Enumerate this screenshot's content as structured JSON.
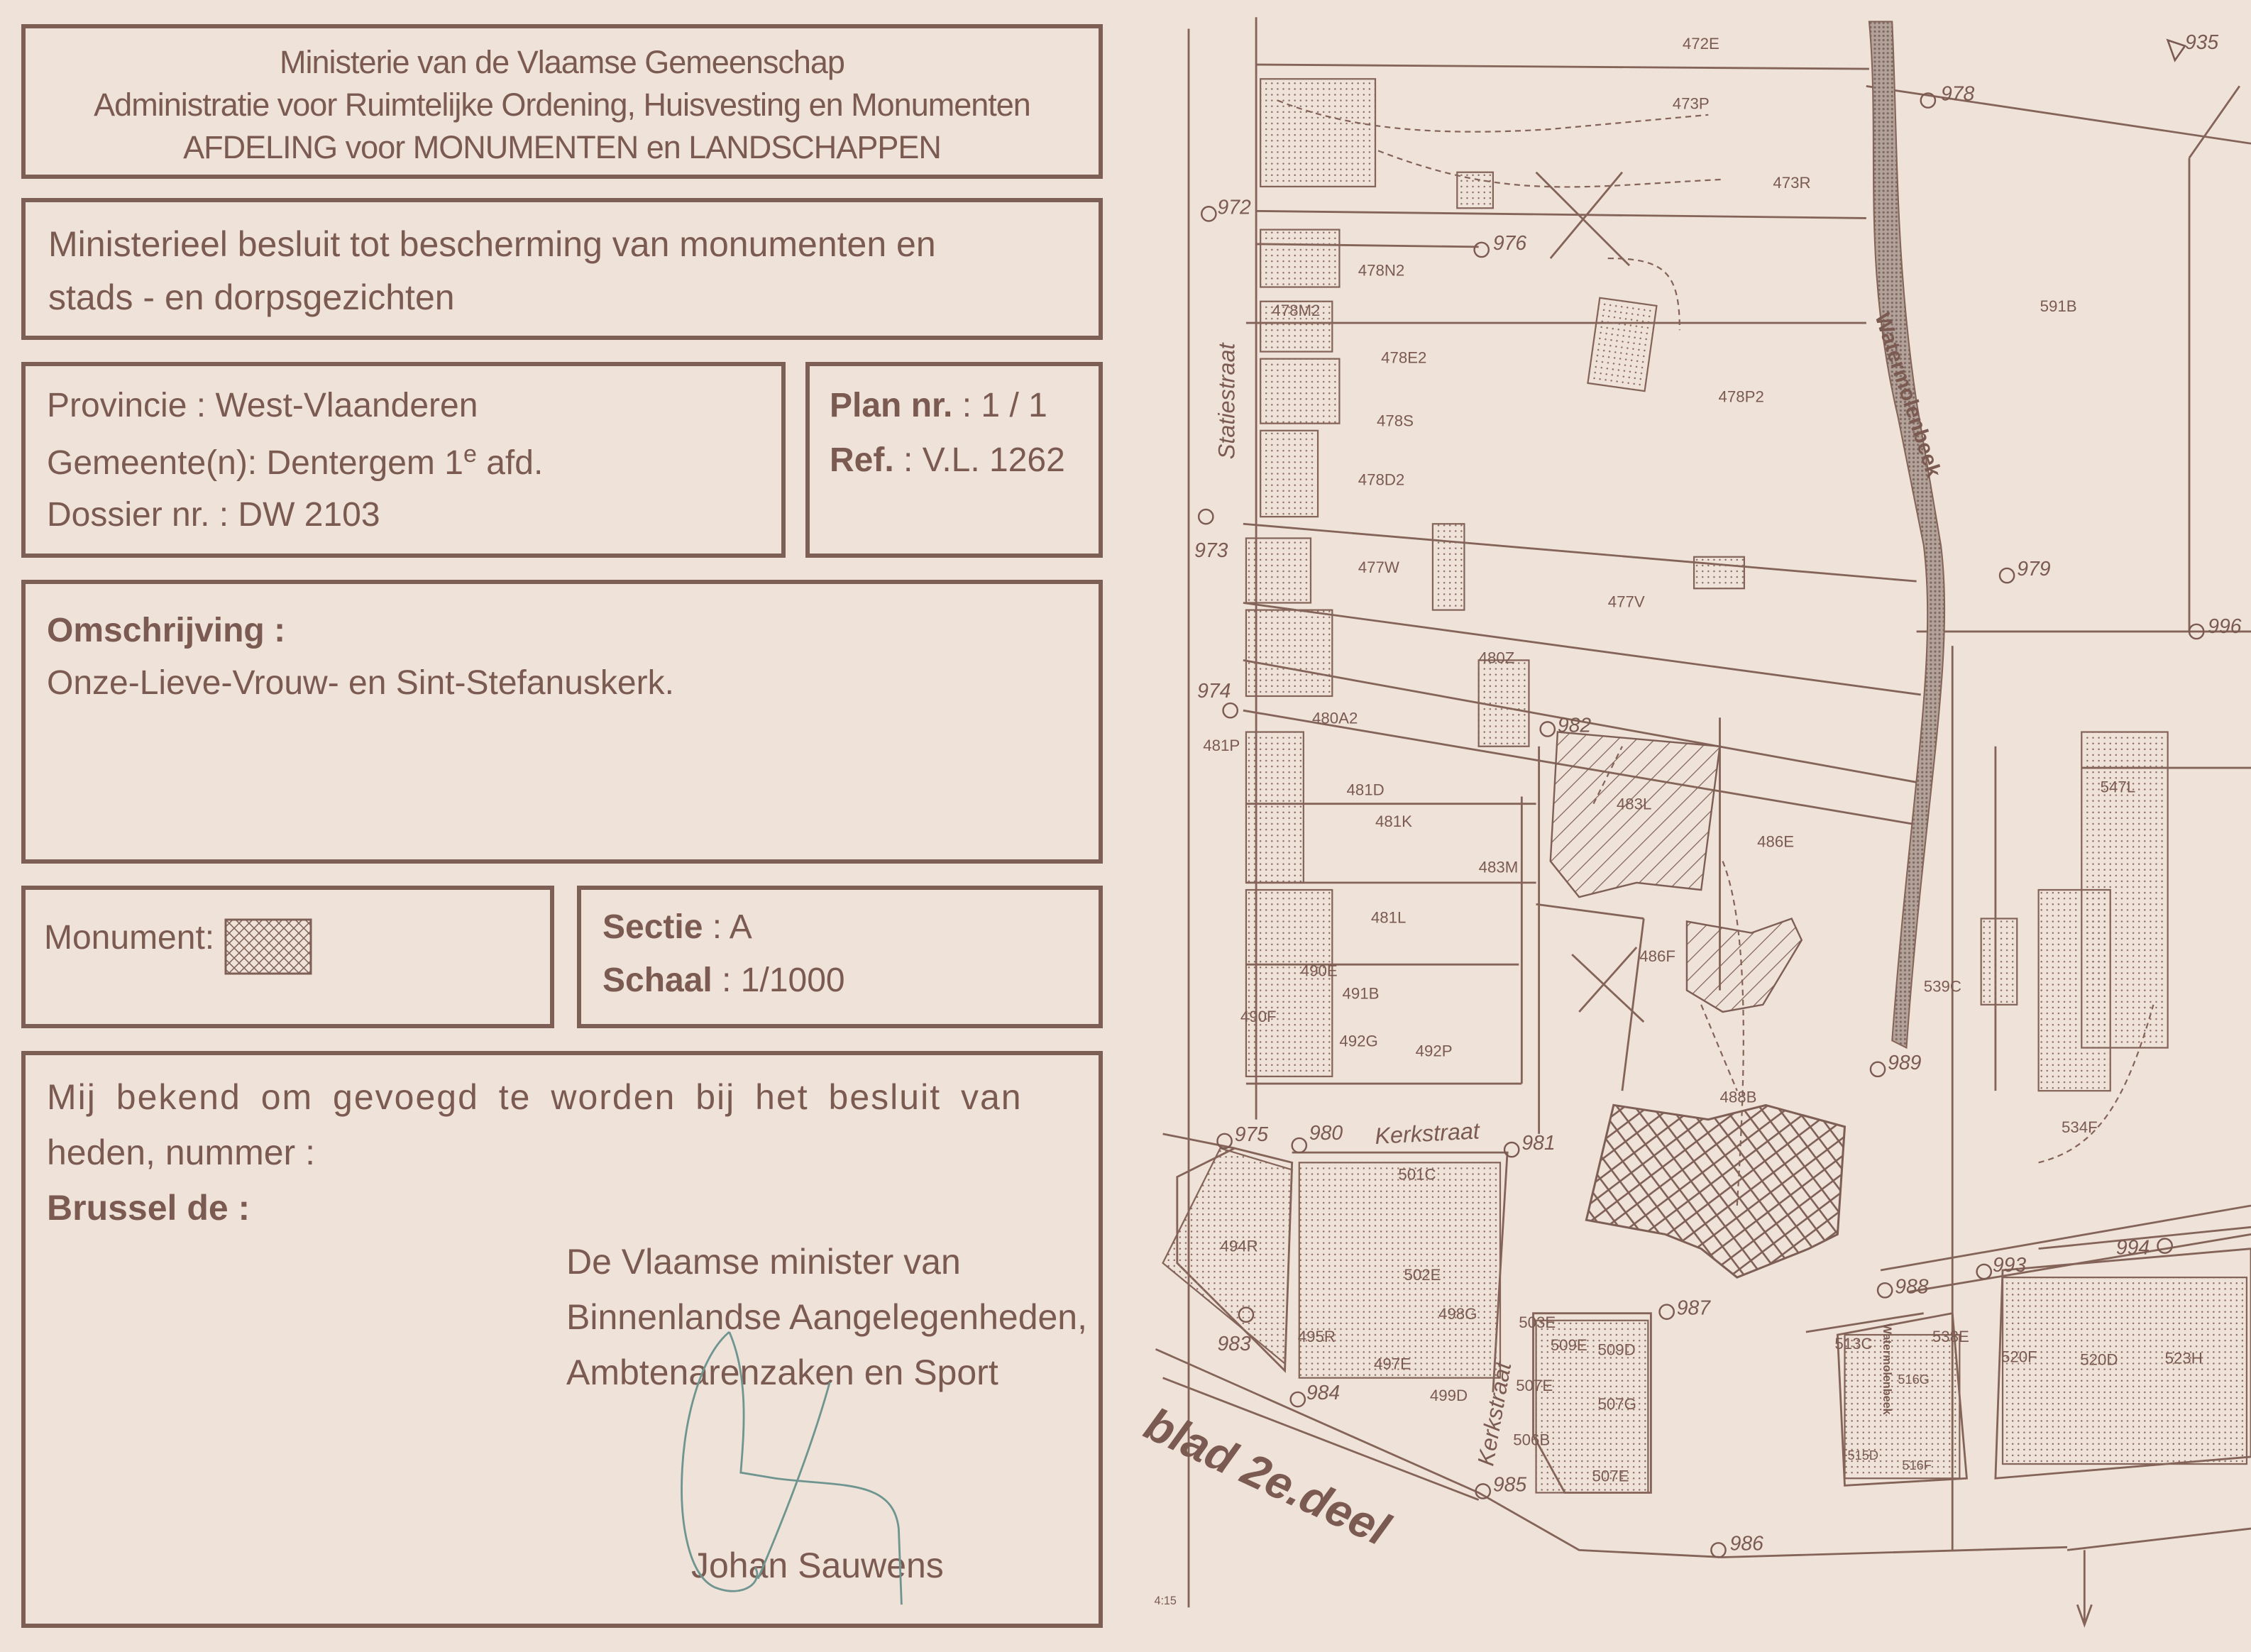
{
  "header": {
    "line1": "Ministerie van de Vlaamse Gemeenschap",
    "line2": "Administratie voor Ruimtelijke Ordening, Huisvesting en Monumenten",
    "line3": "AFDELING voor MONUMENTEN en LANDSCHAPPEN"
  },
  "decree": {
    "line1": "Ministerieel besluit tot bescherming van monumenten en",
    "line2": "stads - en dorpsgezichten"
  },
  "location": {
    "provincie_label": "Provincie",
    "provincie": "West-Vlaanderen",
    "gemeente_label": "Gemeente(n)",
    "gemeente": "Dentergem 1",
    "gemeente_sup": "e",
    "gemeente_suffix": "afd.",
    "dossier_label": "Dossier nr.",
    "dossier": "DW 2103"
  },
  "plan": {
    "plan_label": "Plan nr.",
    "plan": "1 / 1",
    "ref_label": "Ref.",
    "ref": "V.L. 1262"
  },
  "description": {
    "label": "Omschrijving",
    "text": "Onze-Lieve-Vrouw- en Sint-Stefanuskerk."
  },
  "legend": {
    "monument_label": "Monument"
  },
  "section": {
    "sectie_label": "Sectie",
    "sectie": "A",
    "schaal_label": "Schaal",
    "schaal": "1/1000"
  },
  "signature_block": {
    "line1": "Mij bekend om gevoegd te worden bij het besluit van",
    "line2": "heden, nummer :",
    "line3": "Brussel de :",
    "minister1": "De Vlaamse minister van",
    "minister2": "Binnenlandse Aangelegenheden,",
    "minister3": "Ambtenarenzaken en Sport",
    "name": "Johan Sauwens"
  },
  "colors": {
    "ink": "#7a5a51",
    "paper": "#efe2d9",
    "signature": "#6f9590"
  },
  "map": {
    "streets": [
      "Statiestraat",
      "Watermolenbeek",
      "Kerkstraat",
      "Kerkstraat",
      "Watermolenbeek"
    ],
    "sheet_note": "blad 2e.deel",
    "corner_note": "4:15",
    "parcels": [
      "472E",
      "473P",
      "473R",
      "591B",
      "478N2",
      "478M2",
      "478E2",
      "478P2",
      "478S",
      "478D2",
      "477W",
      "477V",
      "480Z",
      "480A2",
      "481P",
      "481D",
      "481K",
      "483L",
      "486E",
      "547L",
      "483M",
      "481L",
      "486F",
      "539C",
      "490E",
      "491B",
      "490F",
      "492G",
      "492P",
      "488B",
      "534F",
      "501C",
      "494R",
      "502E",
      "498G",
      "495R",
      "497E",
      "499D",
      "503E",
      "509E",
      "509D",
      "507E",
      "507G",
      "506B",
      "507E",
      "513C",
      "538E",
      "516G",
      "515D",
      "516F",
      "520F",
      "520D",
      "523H"
    ],
    "points": [
      "935",
      "978",
      "972",
      "976",
      "973",
      "979",
      "996",
      "974",
      "982",
      "989",
      "975",
      "980",
      "981",
      "994",
      "993",
      "988",
      "987",
      "983",
      "984",
      "985",
      "986"
    ]
  }
}
